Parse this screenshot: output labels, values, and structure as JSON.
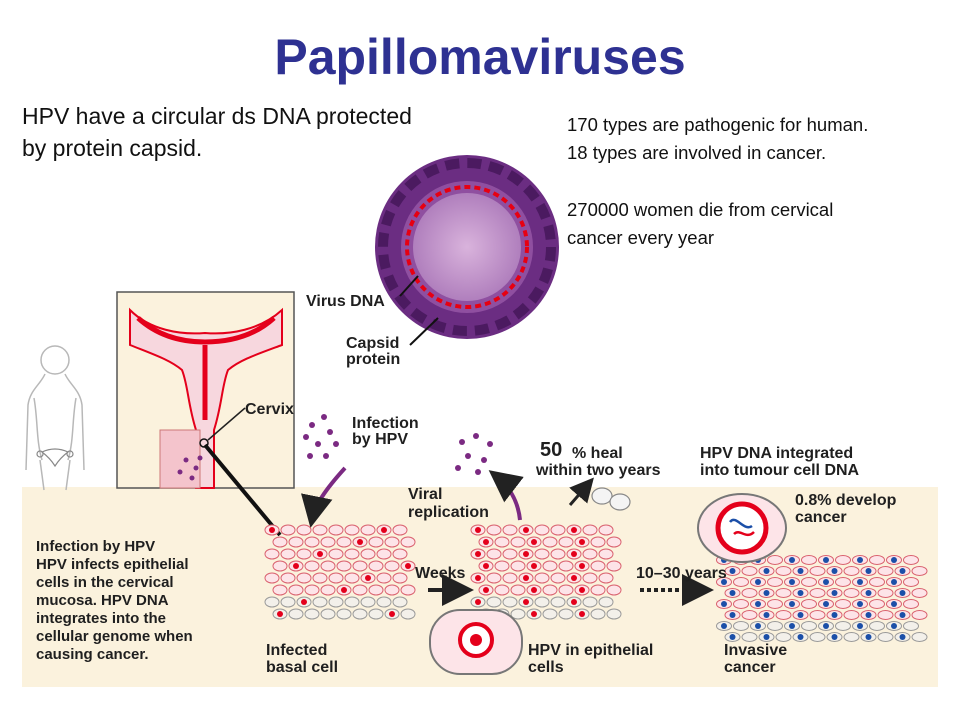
{
  "slide": {
    "title": "Papillomaviruses",
    "intro_line1": "HPV have a circular ds DNA protected",
    "intro_line2": "by protein capsid.",
    "fact1": "170 types are pathogenic for human.",
    "fact2": "18 types are involved in cancer.",
    "fact3_line1": "270000 women die from cervical",
    "fact3_line2": "cancer every year"
  },
  "diagram": {
    "virus_dna": "Virus DNA",
    "capsid_line1": "Capsid",
    "capsid_line2": "protein",
    "cervix": "Cervix",
    "infection_line1": "Infection",
    "infection_line2": "by HPV",
    "viral_line1": "Viral",
    "viral_line2": "replication",
    "heal_number": "50",
    "heal_line1": "% heal",
    "heal_line2": "within two years",
    "integrated_line1": "HPV DNA integrated",
    "integrated_line2": "into tumour cell DNA",
    "develop_line1": "0.8% develop",
    "develop_line2": "cancer",
    "weeks": "Weeks",
    "years": "10–30 years",
    "left_box": [
      "Infection by HPV",
      "HPV infects epithelial",
      "cells in the cervical",
      "mucosa. HPV DNA",
      "integrates into the",
      "cellular genome when",
      "causing cancer."
    ],
    "infected_line1": "Infected",
    "infected_line2": "basal cell",
    "hpv_cells_line1": "HPV in epithelial",
    "hpv_cells_line2": "cells",
    "invasive_line1": "Invasive",
    "invasive_line2": "cancer"
  },
  "colors": {
    "title": "#2e3192",
    "panel": "#fbf2dd",
    "virus": "#6b2d82",
    "virus_core": "#c090c8",
    "tissue": "#e4001b",
    "cell_fill": "#fde4e8"
  }
}
